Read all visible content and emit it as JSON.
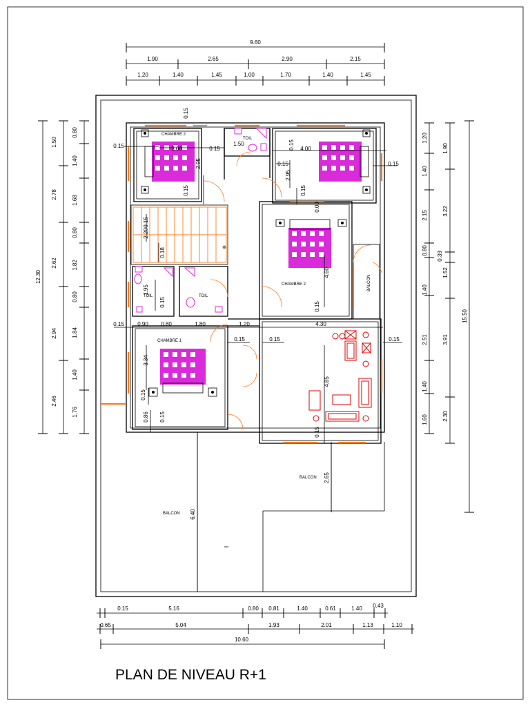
{
  "title": "PLAN DE NIVEAU R+1",
  "colors": {
    "walls": "#000000",
    "openings": "#ff7a1a",
    "beds": "#d92bd9",
    "furniture": "#e00000"
  },
  "rooms": {
    "chambre_nw": "CHAMBRE 2",
    "toil_top": "TOIL",
    "chambre_east": "CHAMBRE 2",
    "toil_small": "TOIL",
    "toil_mid": "TOIL",
    "balcon_east": "BALCON",
    "chambre_1": "CHAMBRE 1",
    "balcon_south": "BALCON",
    "balcon_main": "BALCON"
  },
  "dims_top": {
    "total": "9.60",
    "row2": [
      "1.90",
      "2.65",
      "2.90",
      "2.15"
    ],
    "row3": [
      "1.20",
      "1.40",
      "1.45",
      "1.00",
      "1.70",
      "1.40",
      "1.45"
    ]
  },
  "dims_bottom": {
    "row1": [
      "0.15",
      "5.16",
      "0.80",
      "0.81",
      "1.40",
      "0.61",
      "1.40",
      "0.43"
    ],
    "row2": [
      "0.65",
      "5.04",
      "1.93",
      "2.01",
      "1.13",
      "1.10"
    ],
    "total": "10.60"
  },
  "dims_left": {
    "outer": "12.30",
    "mid": [
      "1.50",
      "2.78",
      "2.62",
      "2.94",
      "2.46"
    ],
    "inner": [
      "0.80",
      "1.40",
      "1.68",
      "0.80",
      "1.82",
      "0.80",
      "1.84",
      "1.40",
      "1.76"
    ]
  },
  "dims_right": {
    "inner": [
      "1.20",
      "1.40",
      "2.15",
      "0.80",
      "1.40",
      "2.51",
      "1.40",
      "1.60"
    ],
    "mid": [
      "1.90",
      "3.22",
      "0.39",
      "1.52",
      "3.91",
      "2.30"
    ],
    "outer": "15.50"
  },
  "interior_dims": {
    "a": "0.15",
    "b": "3.60",
    "c": "0.15",
    "d": "1.50",
    "e": "0.15",
    "f": "4.00",
    "g": "0.15",
    "h": "2.95",
    "i": "0.15",
    "j": "0.15",
    "k": "2.95",
    "l": "0.15",
    "m": "0.15",
    "n": "0.00",
    "o": "2.20",
    "p": "0.15",
    "q": "0.18",
    "r": "4.60",
    "s": "1.95",
    "t": "0.15",
    "u": "0.15",
    "v": "0.15",
    "w": "0.90",
    "x": "0.80",
    "y": "1.80",
    "z": "1.20",
    "aa": "4.30",
    "ab": "0.15",
    "ac": "0.15",
    "ad": "0.15",
    "ae": "3.34",
    "af": "4.85",
    "ag": "0.15",
    "ah": "0.86",
    "ai": "0.15",
    "aj": "0.15",
    "ak": "2.65",
    "al": "6.40"
  }
}
